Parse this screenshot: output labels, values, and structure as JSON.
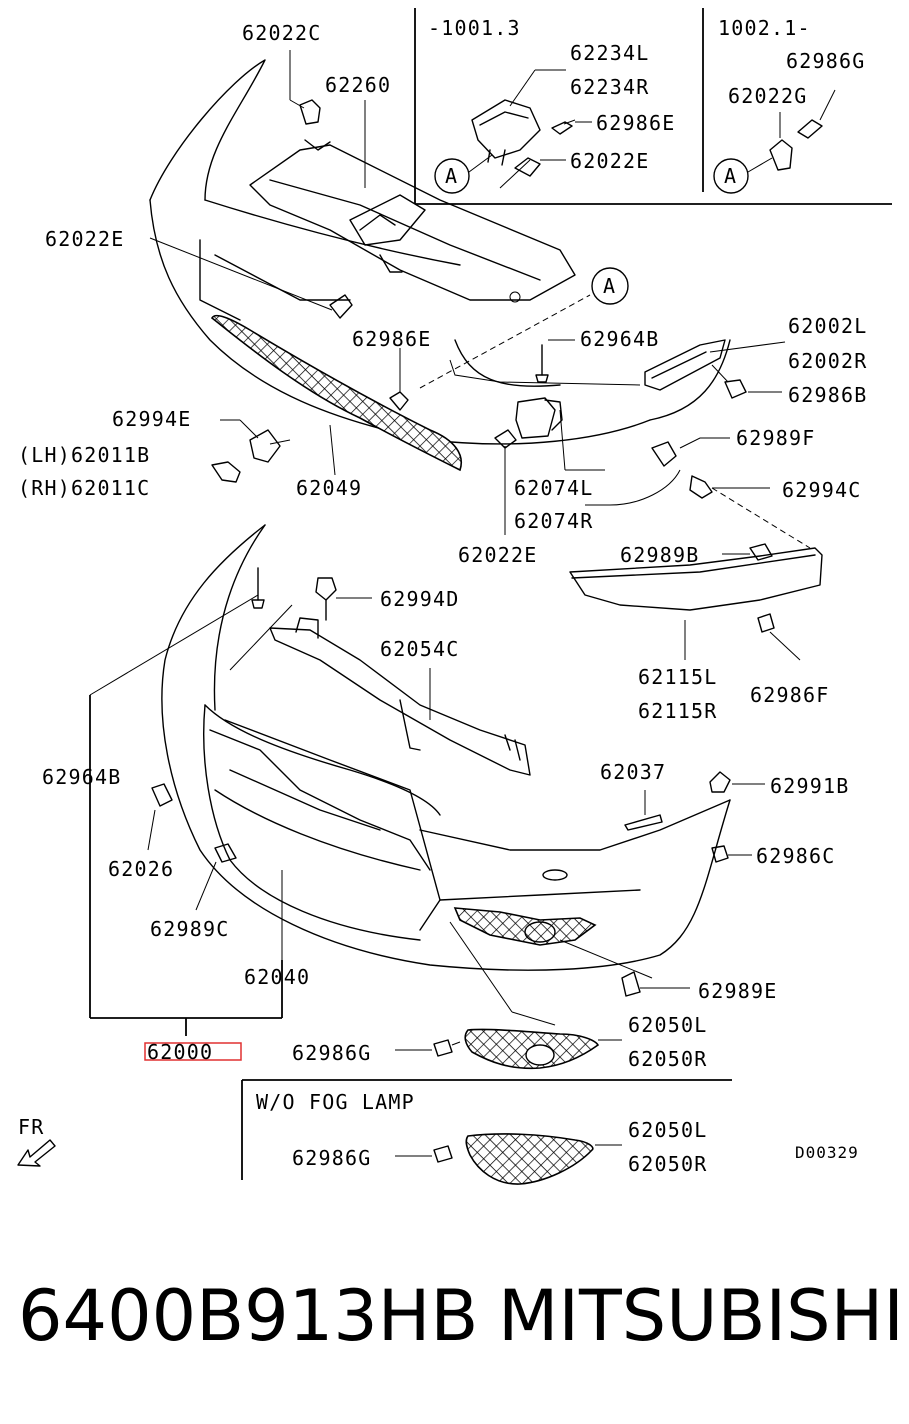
{
  "diagram": {
    "inset_left": {
      "range": "-1001.3",
      "labels": [
        "62234L",
        "62234R",
        "62986E",
        "62022E"
      ],
      "ref": "A"
    },
    "inset_right": {
      "range": "1002.1-",
      "labels": [
        "62986G",
        "62022G"
      ],
      "ref": "A"
    },
    "ref_marker": "A",
    "labels": {
      "p62022C": "62022C",
      "p62260": "62260",
      "p62022E_top": "62022E",
      "p62986E": "62986E",
      "p62964B_top": "62964B",
      "p62002L": "62002L",
      "p62002R": "62002R",
      "p62986B": "62986B",
      "p62994E": "62994E",
      "p62011B": "(LH)62011B",
      "p62011C": "(RH)62011C",
      "p62049": "62049",
      "p62989F": "62989F",
      "p62074L": "62074L",
      "p62074R": "62074R",
      "p62994C": "62994C",
      "p62022E_mid": "62022E",
      "p62989B": "62989B",
      "p62994D": "62994D",
      "p62054C": "62054C",
      "p62115L": "62115L",
      "p62115R": "62115R",
      "p62986F": "62986F",
      "p62964B_left": "62964B",
      "p62037": "62037",
      "p62991B": "62991B",
      "p62026": "62026",
      "p62986C": "62986C",
      "p62989C": "62989C",
      "p62040": "62040",
      "p62989E": "62989E",
      "p62000": "62000",
      "p62986G_main": "62986G",
      "p62050L_main": "62050L",
      "p62050R_main": "62050R",
      "wo_fog": "W/O FOG LAMP",
      "p62986G_wo": "62986G",
      "p62050L_wo": "62050L",
      "p62050R_wo": "62050R",
      "fr": "FR",
      "code": "D00329"
    },
    "highlight_color": "#e03030"
  },
  "footer": {
    "part_number": "6400B913HB",
    "brand": "MITSUBISHI"
  }
}
